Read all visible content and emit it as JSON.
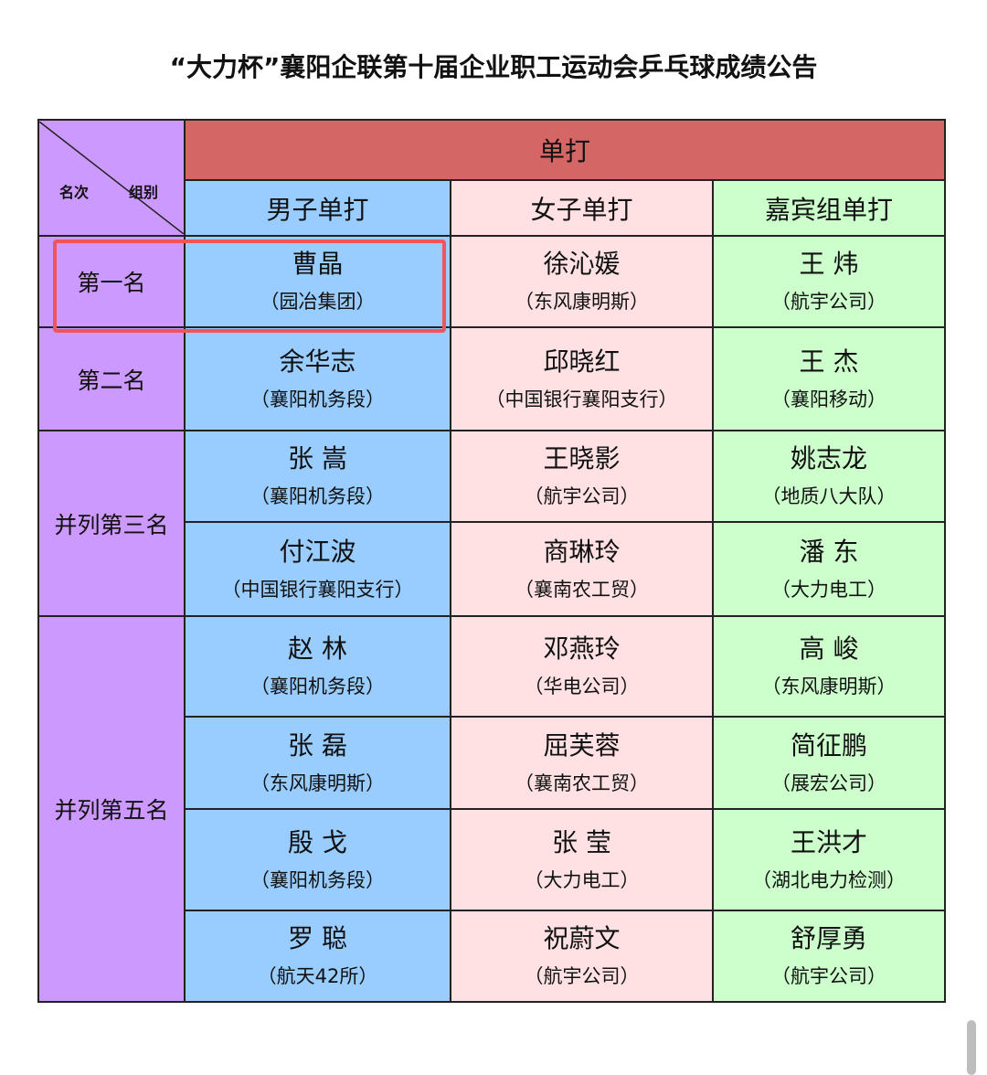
{
  "title": "“大力杯”襄阳企联第十届企业职工运动会乒乓球成绩公告",
  "table": {
    "corner": {
      "left_label": "名次",
      "right_label": "组别"
    },
    "top_header": "单打",
    "columns": [
      "男子单打",
      "女子单打",
      "嘉宾组单打"
    ],
    "colors": {
      "rank": "#cc99ff",
      "men": "#99ccff",
      "women": "#ffe1e3",
      "guest": "#ccffcc",
      "top_header": "#d56666",
      "highlight": "#f2545b"
    },
    "groups": [
      {
        "rank": "第一名",
        "rows": [
          [
            {
              "name": "曹晶",
              "org": "（园冶集团）"
            },
            {
              "name": "徐沁媛",
              "org": "（东风康明斯）"
            },
            {
              "name": "王 炜",
              "org": "（航宇公司）"
            }
          ]
        ]
      },
      {
        "rank": "第二名",
        "rows": [
          [
            {
              "name": "余华志",
              "org": "（襄阳机务段）"
            },
            {
              "name": "邱晓红",
              "org": "（中国银行襄阳支行）"
            },
            {
              "name": "王 杰",
              "org": "（襄阳移动）"
            }
          ]
        ]
      },
      {
        "rank": "并列第三名",
        "rows": [
          [
            {
              "name": "张 嵩",
              "org": "（襄阳机务段）"
            },
            {
              "name": "王晓影",
              "org": "（航宇公司）"
            },
            {
              "name": "姚志龙",
              "org": "（地质八大队）"
            }
          ],
          [
            {
              "name": "付江波",
              "org": "（中国银行襄阳支行）"
            },
            {
              "name": "商琳玲",
              "org": "（襄南农工贸）"
            },
            {
              "name": "潘 东",
              "org": "（大力电工）"
            }
          ]
        ]
      },
      {
        "rank": "并列第五名",
        "rows": [
          [
            {
              "name": "赵 林",
              "org": "（襄阳机务段）"
            },
            {
              "name": "邓燕玲",
              "org": "（华电公司）"
            },
            {
              "name": "高 峻",
              "org": "（东风康明斯）"
            }
          ],
          [
            {
              "name": "张 磊",
              "org": "（东风康明斯）"
            },
            {
              "name": "屈芙蓉",
              "org": "（襄南农工贸）"
            },
            {
              "name": "简征鹏",
              "org": "（展宏公司）"
            }
          ],
          [
            {
              "name": "殷 戈",
              "org": "（襄阳机务段）"
            },
            {
              "name": "张 莹",
              "org": "（大力电工）"
            },
            {
              "name": "王洪才",
              "org": "（湖北电力检测）"
            }
          ],
          [
            {
              "name": "罗 聪",
              "org": "（航天42所）"
            },
            {
              "name": "祝蔚文",
              "org": "（航宇公司）"
            },
            {
              "name": "舒厚勇",
              "org": "（航宇公司）"
            }
          ]
        ]
      }
    ]
  }
}
